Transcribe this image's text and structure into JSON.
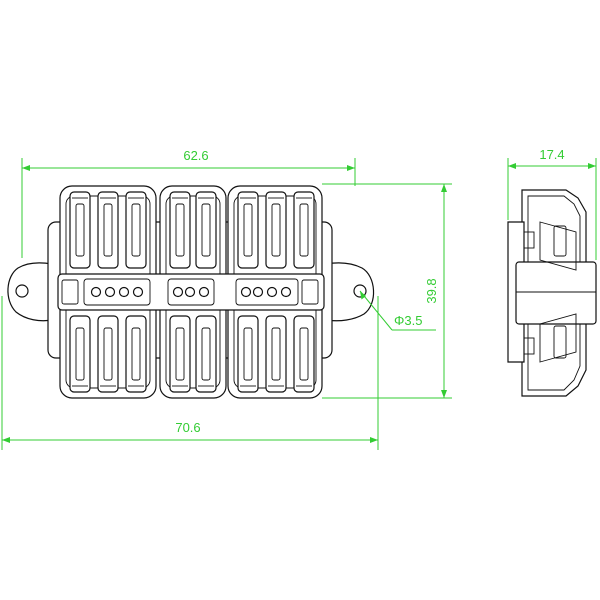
{
  "colors": {
    "dimension": "#33cc33",
    "outline": "#111111",
    "background": "#ffffff"
  },
  "dimensions": {
    "body_width": "62.6",
    "overall_width": "70.6",
    "height": "39.8",
    "hole_diameter": "Φ3.5",
    "depth": "17.4"
  }
}
